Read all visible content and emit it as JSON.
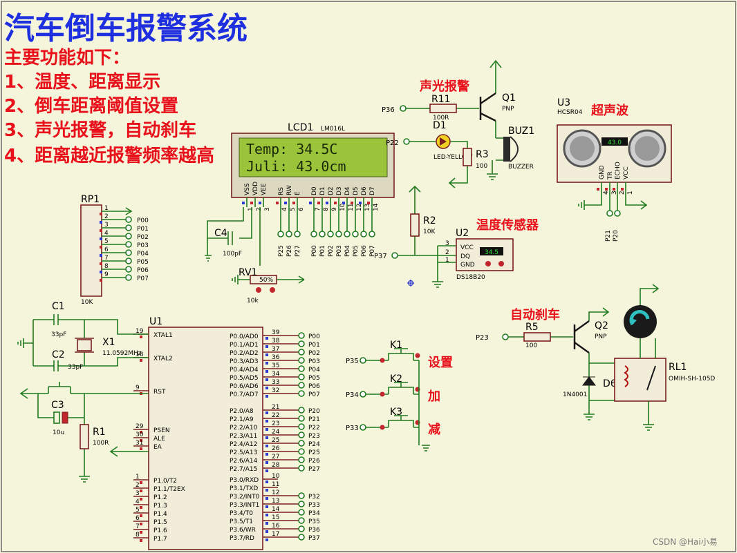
{
  "title": "汽车倒车报警系统",
  "features": {
    "heading": "主要功能如下：",
    "items": [
      "1、温度、距离显示",
      "2、倒车距离阈值设置",
      "3、声光报警，自动刹车",
      "4、距离越近报警频率越高"
    ]
  },
  "annotations": {
    "alarm": "声光报警",
    "ultrasonic": "超声波",
    "temp_sensor": "温度传感器",
    "auto_brake": "自动刹车",
    "set": "设置",
    "plus": "加",
    "minus": "减"
  },
  "lcd": {
    "ref": "LCD1",
    "model": "LM016L",
    "line1": "Temp:  34.5C",
    "line2": "Juli: 43.0cm",
    "pins": [
      "VSS",
      "VDD",
      "VEE",
      "RS",
      "RW",
      "E",
      "D0",
      "D1",
      "D2",
      "D3",
      "D4",
      "D5",
      "D6",
      "D7"
    ],
    "pin_numbers": [
      "1",
      "2",
      "3",
      "4",
      "5",
      "6",
      "7",
      "8",
      "9",
      "10",
      "11",
      "12",
      "13",
      "14"
    ]
  },
  "lcd_ports": [
    "P25",
    "P26",
    "P27",
    "P00",
    "P01",
    "P02",
    "P03",
    "P04",
    "P05",
    "P06",
    "P07"
  ],
  "mcu": {
    "ref": "U1",
    "left_pins": [
      {
        "num": "19",
        "name": "XTAL1"
      },
      {
        "num": "18",
        "name": "XTAL2"
      },
      {
        "num": "9",
        "name": "RST"
      },
      {
        "num": "29",
        "name": "PSEN"
      },
      {
        "num": "30",
        "name": "ALE"
      },
      {
        "num": "31",
        "name": "EA"
      },
      {
        "num": "1",
        "name": "P1.0/T2"
      },
      {
        "num": "2",
        "name": "P1.1/T2EX"
      },
      {
        "num": "3",
        "name": "P1.2"
      },
      {
        "num": "4",
        "name": "P1.3"
      },
      {
        "num": "5",
        "name": "P1.4"
      },
      {
        "num": "6",
        "name": "P1.5"
      },
      {
        "num": "7",
        "name": "P1.6"
      },
      {
        "num": "8",
        "name": "P1.7"
      }
    ],
    "right_pins": [
      {
        "num": "39",
        "name": "P0.0/AD0",
        "net": "P00"
      },
      {
        "num": "38",
        "name": "P0.1/AD1",
        "net": "P01"
      },
      {
        "num": "37",
        "name": "P0.2/AD2",
        "net": "P02"
      },
      {
        "num": "36",
        "name": "P0.3/AD3",
        "net": "P03"
      },
      {
        "num": "35",
        "name": "P0.4/AD4",
        "net": "P04"
      },
      {
        "num": "34",
        "name": "P0.5/AD5",
        "net": "P05"
      },
      {
        "num": "33",
        "name": "P0.6/AD6",
        "net": "P06"
      },
      {
        "num": "32",
        "name": "P0.7/AD7",
        "net": "P07"
      },
      {
        "num": "21",
        "name": "P2.0/A8",
        "net": "P20"
      },
      {
        "num": "22",
        "name": "P2.1/A9",
        "net": "P21"
      },
      {
        "num": "23",
        "name": "P2.2/A10",
        "net": "P22"
      },
      {
        "num": "24",
        "name": "P2.3/A11",
        "net": "P23"
      },
      {
        "num": "25",
        "name": "P2.4/A12",
        "net": "P24"
      },
      {
        "num": "26",
        "name": "P2.5/A13",
        "net": "P25"
      },
      {
        "num": "27",
        "name": "P2.6/A14",
        "net": "P26"
      },
      {
        "num": "28",
        "name": "P2.7/A15",
        "net": "P27"
      },
      {
        "num": "10",
        "name": "P3.0/RXD",
        "net": ""
      },
      {
        "num": "11",
        "name": "P3.1/TXD",
        "net": ""
      },
      {
        "num": "12",
        "name": "P3.2/INT0",
        "net": "P32"
      },
      {
        "num": "13",
        "name": "P3.3/INT1",
        "net": "P33"
      },
      {
        "num": "14",
        "name": "P3.4/T0",
        "net": "P34"
      },
      {
        "num": "15",
        "name": "P3.5/T1",
        "net": "P35"
      },
      {
        "num": "16",
        "name": "P3.6/WR",
        "net": "P36"
      },
      {
        "num": "17",
        "name": "P3.7/RD",
        "net": "P37"
      }
    ]
  },
  "rp1": {
    "ref": "RP1",
    "value": "10K",
    "pins": [
      "1",
      "2",
      "3",
      "4",
      "5",
      "6",
      "7",
      "8",
      "9"
    ],
    "nets": [
      "P00",
      "P01",
      "P02",
      "P03",
      "P04",
      "P05",
      "P06",
      "P07"
    ]
  },
  "crystal": {
    "c1": "C1",
    "c1_val": "33pF",
    "c2": "C2",
    "c2_val": "33pF",
    "x1": "X1",
    "x1_val": "11.0592MHz"
  },
  "reset": {
    "c3": "C3",
    "c3_val": "10u",
    "r1": "R1",
    "r1_val": "100R"
  },
  "c4": {
    "ref": "C4",
    "val": "100pF"
  },
  "rv1": {
    "ref": "RV1",
    "val": "10k",
    "mark": "50%"
  },
  "q1": {
    "ref": "Q1",
    "type": "PNP",
    "r11": "R11",
    "r11_val": "100R",
    "net": "P36"
  },
  "d1": {
    "ref": "D1",
    "val": "LED-YELLOW",
    "net": "P22"
  },
  "r3": {
    "ref": "R3",
    "val": "100"
  },
  "buz": {
    "ref": "BUZ1",
    "val": "BUZZER"
  },
  "u3": {
    "ref": "U3",
    "model": "HCSR04",
    "display": "43.0",
    "pins": [
      "GND",
      "TR",
      "ECHO",
      "VCC"
    ],
    "pin_numbers": [
      "4",
      "3",
      "2",
      "1"
    ],
    "nets": [
      "P21",
      "P20"
    ]
  },
  "u2": {
    "ref": "U2",
    "model": "DS18B20",
    "display": "34.5",
    "pins": [
      "VCC",
      "DQ",
      "GND"
    ],
    "pin_numbers": [
      "3",
      "2",
      "1"
    ],
    "net": "P37",
    "r2": "R2",
    "r2_val": "10K"
  },
  "keys": [
    {
      "ref": "K1",
      "net": "P35"
    },
    {
      "ref": "K2",
      "net": "P34"
    },
    {
      "ref": "K3",
      "net": "P33"
    }
  ],
  "brake": {
    "r5": "R5",
    "r5_val": "100",
    "q2": "Q2",
    "q2_type": "PNP",
    "d6": "D6",
    "d6_val": "1N4001",
    "rl1": "RL1",
    "rl1_val": "OMIH-SH-105D",
    "net": "P23"
  },
  "watermark": "CSDN @Hai小易"
}
